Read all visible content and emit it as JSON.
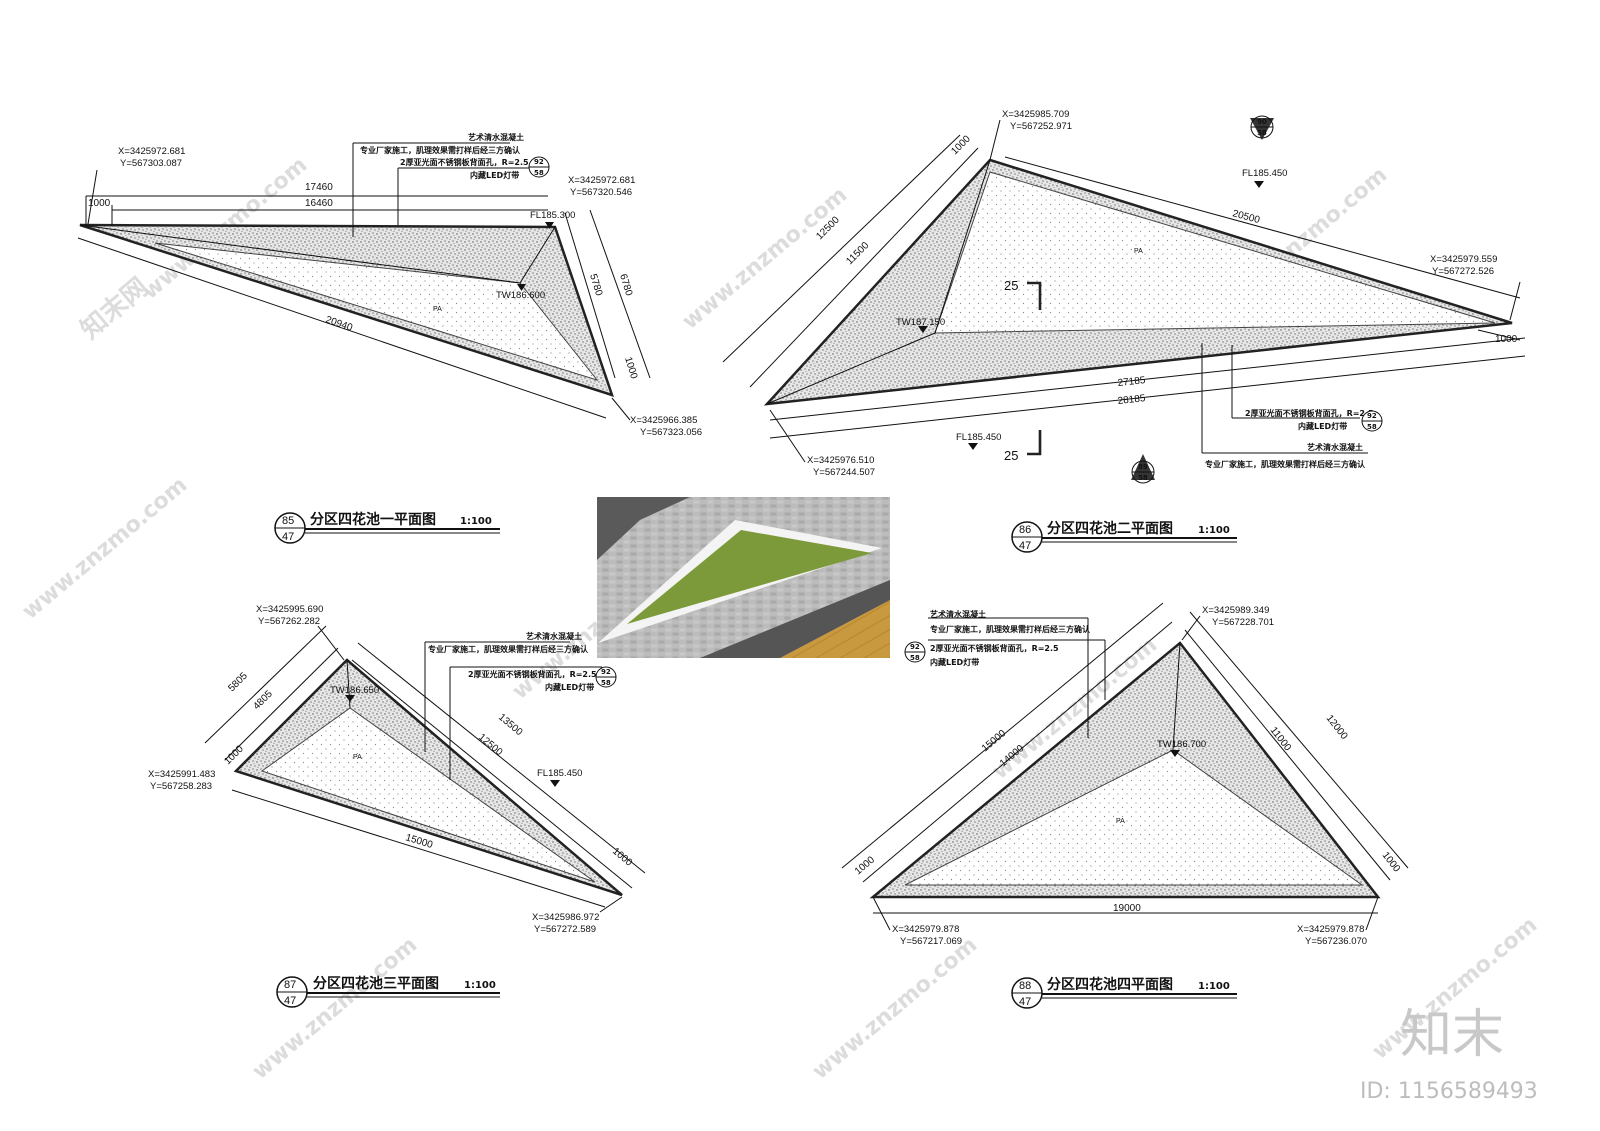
{
  "plans": [
    {
      "title": "分区四花池一平面图",
      "scale": "1:100",
      "badge_top": "85",
      "badge_bottom": "47",
      "coords": [
        "X=3425972.681",
        "Y=567303.087",
        "X=3425972.681",
        "Y=567320.546",
        "X=3425966.385",
        "Y=567323.056"
      ],
      "dims": [
        "17460",
        "16460",
        "1000",
        "20940",
        "5780",
        "6780",
        "1000"
      ],
      "levels": [
        "FL185.300",
        "TW186.600"
      ],
      "zone": "PA",
      "notes": [
        "艺术清水混凝土",
        "专业厂家施工，肌理效果需打样后经三方确认",
        "2厚亚光面不锈钢板背面孔，R=2.5",
        "内藏LED灯带"
      ],
      "ref": {
        "top": "92",
        "bottom": "58"
      }
    },
    {
      "title": "分区四花池二平面图",
      "scale": "1:100",
      "badge_top": "86",
      "badge_bottom": "47",
      "coords": [
        "X=3425985.709",
        "Y=567252.971",
        "X=3425979.559",
        "Y=567272.526",
        "X=3425976.510",
        "Y=567244.507"
      ],
      "dims": [
        "1000",
        "12500",
        "11500",
        "20500",
        "27185",
        "28185",
        "1000"
      ],
      "levels": [
        "FL185.450",
        "TW187.150",
        "FL185.450"
      ],
      "zone": "PA",
      "section": "25",
      "notes": [
        "2厚亚光面不锈钢板背面孔，R=2.5",
        "内藏LED灯带",
        "艺术清水混凝土",
        "专业厂家施工，肌理效果需打样后经三方确认"
      ],
      "refs": [
        {
          "top": "90",
          "bottom": "58"
        },
        {
          "top": "92",
          "bottom": "58"
        },
        {
          "top": "89",
          "bottom": "58"
        }
      ]
    },
    {
      "title": "分区四花池三平面图",
      "scale": "1:100",
      "badge_top": "87",
      "badge_bottom": "47",
      "coords": [
        "X=3425995.690",
        "Y=567262.282",
        "X=3425991.483",
        "Y=567258.283",
        "X=3425986.972",
        "Y=567272.589"
      ],
      "dims": [
        "5805",
        "4805",
        "1000",
        "13500",
        "12500",
        "15000",
        "1000"
      ],
      "levels": [
        "TW186.650",
        "FL185.450"
      ],
      "zone": "PA",
      "notes": [
        "艺术清水混凝土",
        "专业厂家施工，肌理效果需打样后经三方确认",
        "2厚亚光面不锈钢板背面孔，R=2.5",
        "内藏LED灯带"
      ],
      "ref": {
        "top": "92",
        "bottom": "58"
      }
    },
    {
      "title": "分区四花池四平面图",
      "scale": "1:100",
      "badge_top": "88",
      "badge_bottom": "47",
      "coords": [
        "X=3425989.349",
        "Y=567228.701",
        "X=3425979.878",
        "Y=567217.069",
        "X=3425979.878",
        "Y=567236.070"
      ],
      "dims": [
        "15000",
        "14000",
        "1000",
        "11000",
        "12000",
        "1000",
        "19000"
      ],
      "levels": [
        "TW186.700"
      ],
      "zone": "PA",
      "notes": [
        "艺术清水混凝土",
        "专业厂家施工，肌理效果需打样后经三方确认",
        "2厚亚光面不锈钢板背面孔，R=2.5",
        "内藏LED灯带"
      ],
      "ref": {
        "top": "92",
        "bottom": "58"
      }
    }
  ],
  "branding": {
    "logo": "知末",
    "id": "ID: 1156589493",
    "watermark": "www.znzmo.com",
    "watermark2": "知末网"
  },
  "colors": {
    "grass": "#7d9a3a",
    "pave": "#b8b8b8",
    "wood": "#c9993f"
  }
}
